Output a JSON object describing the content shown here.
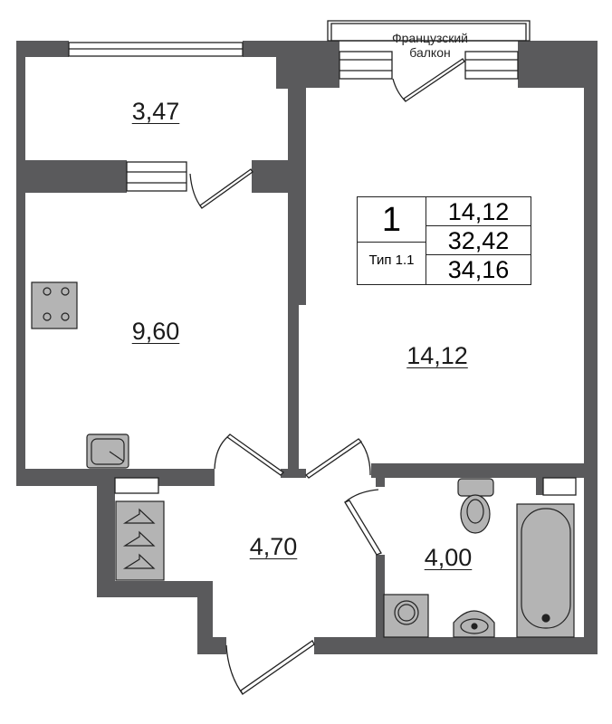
{
  "plan": {
    "balcony_label_line1": "Французский",
    "balcony_label_line2": "балкон",
    "rooms": [
      {
        "name": "balcony",
        "area": "3,47"
      },
      {
        "name": "kitchen",
        "area": "9,60"
      },
      {
        "name": "living-room",
        "area": "14,12"
      },
      {
        "name": "hallway",
        "area": "4,70"
      },
      {
        "name": "bathroom",
        "area": "4,00"
      }
    ],
    "summary": {
      "rooms_count": "1",
      "type": "Тип 1.1",
      "living_area": "14,12",
      "total_area": "32,42",
      "total_with_balcony": "34,16"
    },
    "colors": {
      "wall": "#5a5a5c",
      "fixture": "#b4b4b4"
    }
  }
}
